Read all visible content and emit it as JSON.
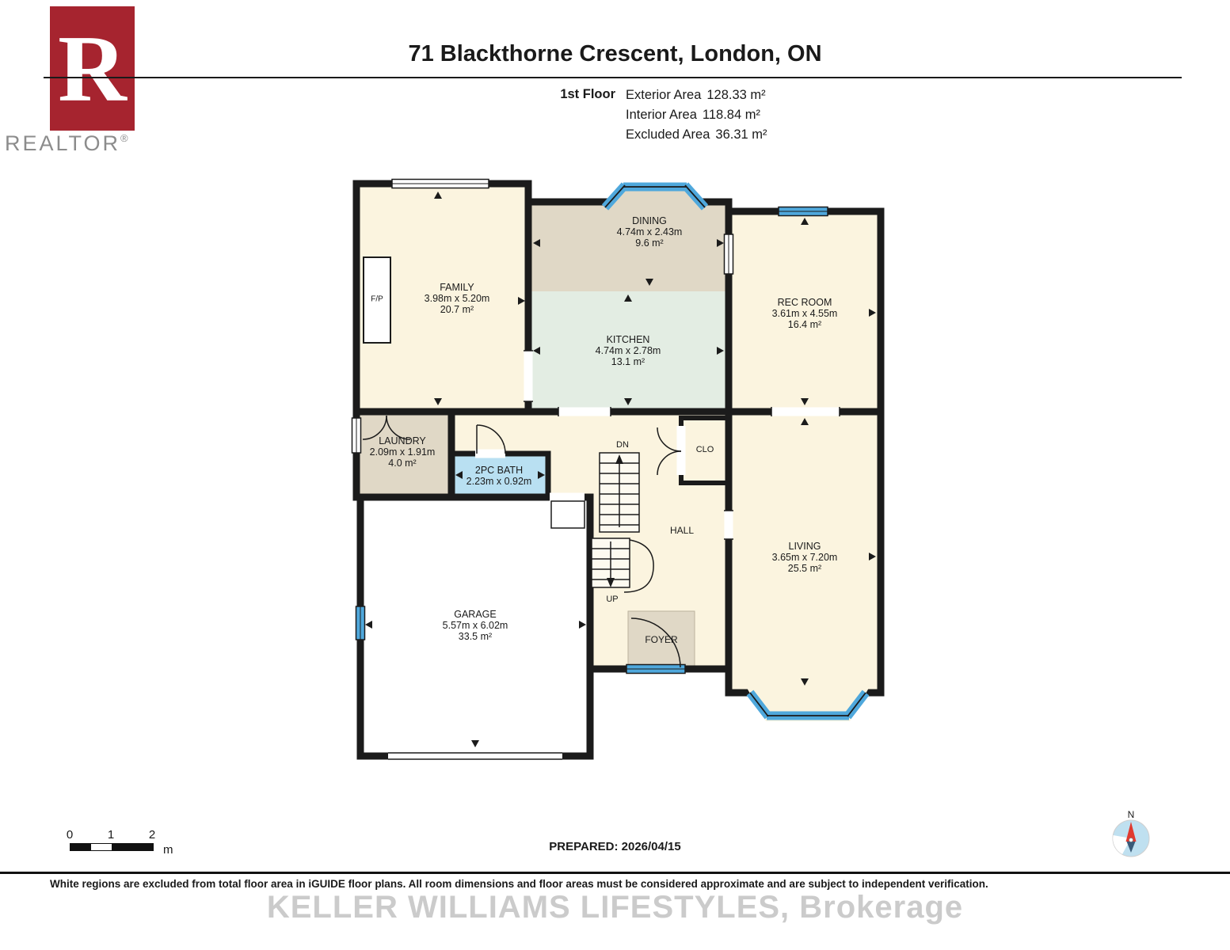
{
  "header": {
    "logo": {
      "letter": "R",
      "brand": "REALTOR",
      "registered": "®"
    },
    "title": "71 Blackthorne Crescent, London, ON",
    "floor_label": "1st Floor",
    "areas": [
      {
        "label": "Exterior Area",
        "value": "128.33 m²"
      },
      {
        "label": "Interior Area",
        "value": "118.84 m²"
      },
      {
        "label": "Excluded Area",
        "value": "36.31 m²"
      }
    ]
  },
  "rooms": [
    {
      "name": "FAMILY",
      "dims": "3.98m x 5.20m",
      "area": "20.7 m²"
    },
    {
      "name": "DINING",
      "dims": "4.74m x 2.43m",
      "area": "9.6 m²"
    },
    {
      "name": "REC ROOM",
      "dims": "3.61m x 4.55m",
      "area": "16.4 m²"
    },
    {
      "name": "KITCHEN",
      "dims": "4.74m x 2.78m",
      "area": "13.1 m²"
    },
    {
      "name": "LAUNDRY",
      "dims": "2.09m x 1.91m",
      "area": "4.0 m²"
    },
    {
      "name": "2PC BATH",
      "dims": "2.23m x 0.92m",
      "area": ""
    },
    {
      "name": "LIVING",
      "dims": "3.65m x 7.20m",
      "area": "25.5 m²"
    },
    {
      "name": "GARAGE",
      "dims": "5.57m x 6.02m",
      "area": "33.5 m²"
    }
  ],
  "labels": {
    "fireplace": "F/P",
    "closet": "CLO",
    "stairs_down": "DN",
    "stairs_up": "UP",
    "hall": "HALL",
    "foyer": "FOYER"
  },
  "footer": {
    "scale_ticks": [
      "0",
      "1",
      "2"
    ],
    "scale_unit": "m",
    "prepared": "PREPARED: 2026/04/15",
    "compass_label": "N",
    "disclaimer": "White regions are excluded from total floor area in iGUIDE floor plans. All room dimensions and floor areas must be considered approximate and are subject to independent verification.",
    "watermark": "KELLER WILLIAMS LIFESTYLES, Brokerage"
  },
  "colors": {
    "wall": "#1b1b1b",
    "room_cream": "#FBF4DF",
    "room_tan": "#E0D8C6",
    "kitchen_green": "#E3EDE3",
    "bath_blue": "#B9E0F2",
    "window_blue": "#4FA8DC",
    "logo_red": "#A6242F",
    "watermark_gray": "#CBCBCB"
  }
}
